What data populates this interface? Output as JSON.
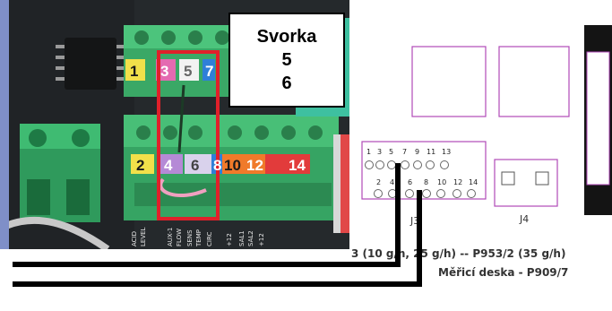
{
  "photo": {
    "callout": {
      "line1": "Svorka",
      "line2": "5",
      "line3": "6"
    },
    "top_terminal_numbers": [
      "1",
      "3",
      "5",
      "7"
    ],
    "bottom_terminal_numbers": [
      "2",
      "4",
      "6",
      "8",
      "10",
      "12",
      "14"
    ],
    "board_labels": [
      "ACID",
      "LEVEL",
      "AUX-1",
      "FLOW",
      "SENS",
      "TEMP",
      "CIRC",
      "+12",
      "SAL1",
      "SAL2",
      "+12"
    ]
  },
  "diagram": {
    "top_header_numbers": [
      "1",
      "3",
      "5",
      "7",
      "9",
      "11",
      "13"
    ],
    "bottom_header_numbers": [
      "2",
      "4",
      "6",
      "8",
      "10",
      "12",
      "14"
    ],
    "j3_label": "J3",
    "j4_label": "J4"
  },
  "caption": {
    "line1": "3 (10 g/h, 25 g/h) -- P953/2 (35 g/h)",
    "line2": "Měřicí deska - P909/7"
  },
  "colors": {
    "terminal_green": "#38b36a",
    "callout_border": "#e0202a",
    "diagram_line": "#b04ab8",
    "cable": "#000000"
  }
}
